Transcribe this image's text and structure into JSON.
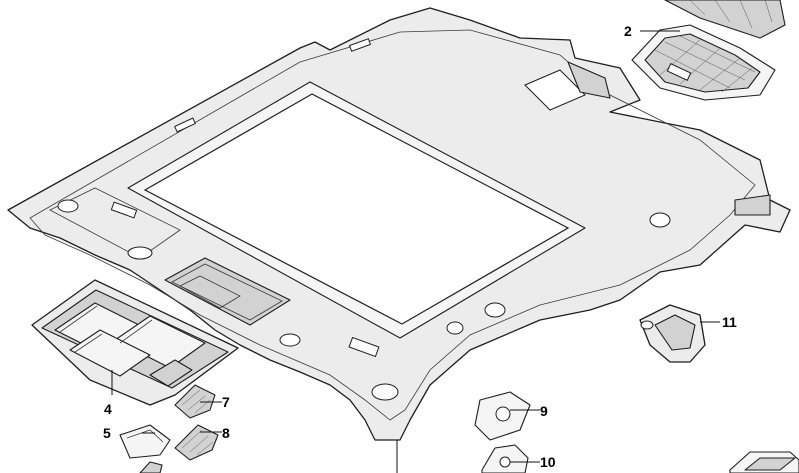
{
  "callouts": [
    {
      "id": "c2",
      "text": "2"
    },
    {
      "id": "c4",
      "text": "4"
    },
    {
      "id": "c5",
      "text": "5"
    },
    {
      "id": "c7",
      "text": "7"
    },
    {
      "id": "c8",
      "text": "8"
    },
    {
      "id": "c9",
      "text": "9"
    },
    {
      "id": "c10",
      "text": "10"
    },
    {
      "id": "c11",
      "text": "11"
    }
  ]
}
